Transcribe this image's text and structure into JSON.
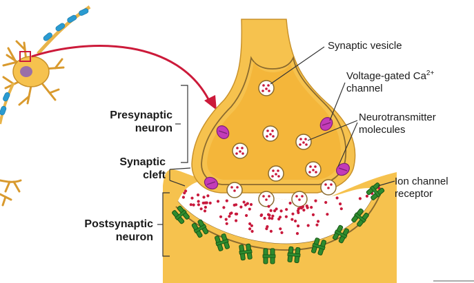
{
  "labels": {
    "synaptic_vesicle": "Synaptic vesicle",
    "voltage_gated_line1": "Voltage-gated Ca",
    "voltage_gated_sup": "2+",
    "voltage_gated_line2": "channel",
    "neurotransmitter_line1": "Neurotransmitter",
    "neurotransmitter_line2": "molecules",
    "ion_channel_line1": "Ion channel",
    "ion_channel_line2": "receptor",
    "presynaptic_line1": "Presynaptic",
    "presynaptic_line2": "neuron",
    "cleft_line1": "Synaptic",
    "cleft_line2": "cleft",
    "postsynaptic_line1": "Postsynaptic",
    "postsynaptic_line2": "neuron"
  },
  "colors": {
    "neuron_fill": "#F6C24E",
    "neuron_outline": "#C8912A",
    "membrane": "#8A6A2E",
    "neurotransmitter": "#C8193C",
    "ca_channel": "#C33BB8",
    "receptor": "#2E8B2E",
    "arrow": "#CC1A3A",
    "myelin": "#2A9BD1"
  },
  "icons": {
    "neuron": "neuron-icon",
    "vesicle": "vesicle-icon",
    "channel": "calcium-channel-icon",
    "receptor": "receptor-icon"
  }
}
